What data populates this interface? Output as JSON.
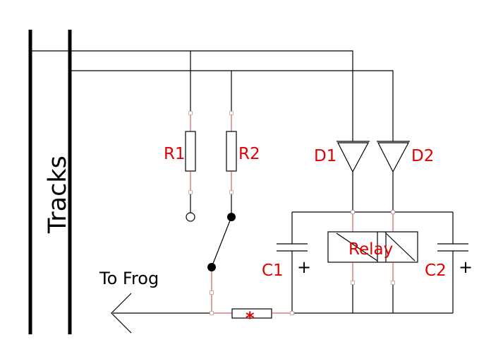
{
  "diagram": {
    "tracks_label": "Tracks",
    "frog_label": "To Frog",
    "components": {
      "r1": "R1",
      "r2": "R2",
      "d1": "D1",
      "d2": "D2",
      "c1": "C1",
      "c2": "C2",
      "relay": "Relay",
      "plus": "+",
      "marker": "*"
    }
  }
}
